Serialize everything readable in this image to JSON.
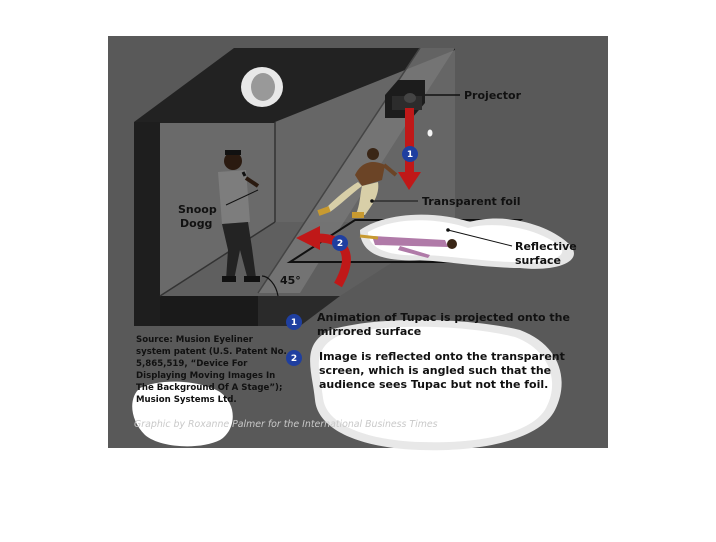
{
  "labels": {
    "projector": "Projector",
    "transparent_foil": "Transparent foil",
    "reflective_line1": "Reflective",
    "reflective_line2": "surface",
    "snoop_line1": "Snoop",
    "snoop_line2": "Dogg",
    "angle": "45°"
  },
  "steps": [
    {
      "number": "1",
      "line1": "Animation of Tupac is projected onto the",
      "line2": "mirrored surface"
    },
    {
      "number": "2",
      "line1": "Image is reflected onto the transparent",
      "line2": "screen, which is angled such that the",
      "line3": "audience sees Tupac but not the foil."
    }
  ],
  "source": {
    "line1": "Source: Musion Eyeliner",
    "line2": "system patent (U.S. Patent No.",
    "line3": "5,865,519, “Device For",
    "line4": "Displaying Moving Images In",
    "line5": "The Background Of A Stage”);",
    "line6": "Musion Systems Ltd."
  },
  "credit": "Graphic by Roxanne Palmer for the International Business Times",
  "colors": {
    "panel": "#595959",
    "arrow_red": "#c01818",
    "step_badge": "#1f3fa0",
    "blob": "#ffffff"
  }
}
